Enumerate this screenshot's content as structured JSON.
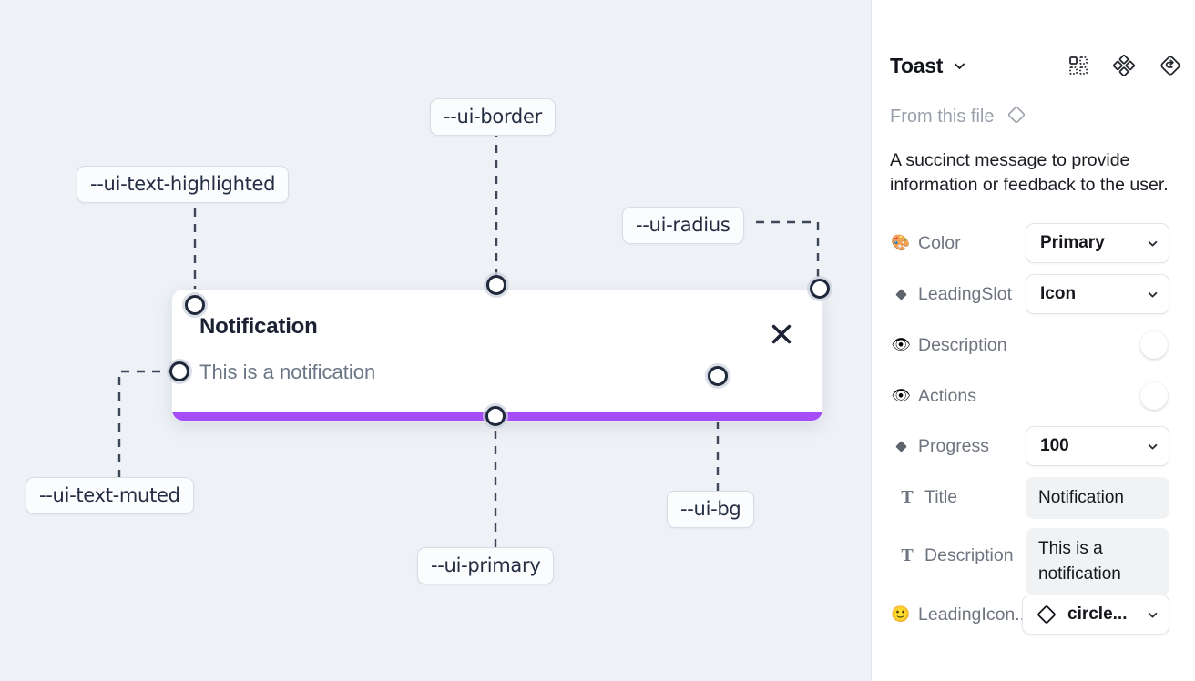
{
  "canvas": {
    "background_color": "#eef1f6",
    "toast": {
      "title": "Notification",
      "description": "This is a notification",
      "close_icon": "close-icon",
      "progress_color": "#a64dfa",
      "background_color": "#ffffff"
    },
    "tokens": [
      {
        "name": "--ui-text-highlighted"
      },
      {
        "name": "--ui-border"
      },
      {
        "name": "--ui-radius"
      },
      {
        "name": "--ui-text-muted"
      },
      {
        "name": "--ui-primary"
      },
      {
        "name": "--ui-bg"
      }
    ]
  },
  "sidebar": {
    "title": "Toast",
    "title_caret_icon": "chevron-down-icon",
    "header_icons": [
      {
        "name": "variants-grid-icon"
      },
      {
        "name": "component-diamond-icon"
      },
      {
        "name": "reset-instance-icon"
      }
    ],
    "from_this_file": {
      "label": "From this file",
      "icon": "component-diamond-outline-icon"
    },
    "description": "A succinct message to provide information or feedback to the user.",
    "properties": [
      {
        "label": "Color",
        "icon": "palette-icon",
        "control": "select",
        "value": "Primary"
      },
      {
        "label": "LeadingSlot",
        "icon": "diamond-filled-icon",
        "control": "select",
        "value": "Icon"
      },
      {
        "label": "Description",
        "icon": "eye-icon",
        "control": "toggle",
        "value": "on"
      },
      {
        "label": "Actions",
        "icon": "eye-icon",
        "control": "toggle",
        "value": "on"
      },
      {
        "label": "Progress",
        "icon": "diamond-filled-icon",
        "control": "select",
        "value": "100"
      },
      {
        "label": "Title",
        "icon": "text-type-icon",
        "control": "text",
        "value": "Notification"
      },
      {
        "label": "Description",
        "icon": "text-type-icon",
        "control": "text",
        "value": "This is a notification"
      },
      {
        "label": "LeadingIcon...",
        "icon": "smiley-icon",
        "control": "icon-select",
        "value": "circle..."
      }
    ],
    "accent_color": "#1b9df8"
  }
}
